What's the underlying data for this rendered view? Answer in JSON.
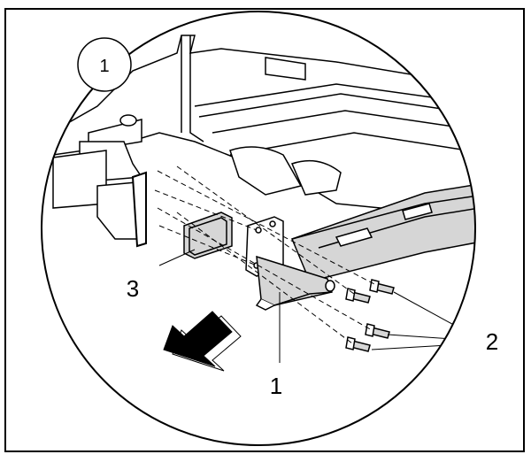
{
  "badge": {
    "label": "1"
  },
  "callouts": {
    "bracket": "1",
    "bolts": "2",
    "shim": "3"
  },
  "icons": {
    "direction_arrow": "front-direction-arrow-icon"
  },
  "colors": {
    "line": "#000000",
    "part_fill": "#d6d6d6",
    "body_fill": "#ffffff",
    "background": "#ffffff"
  }
}
